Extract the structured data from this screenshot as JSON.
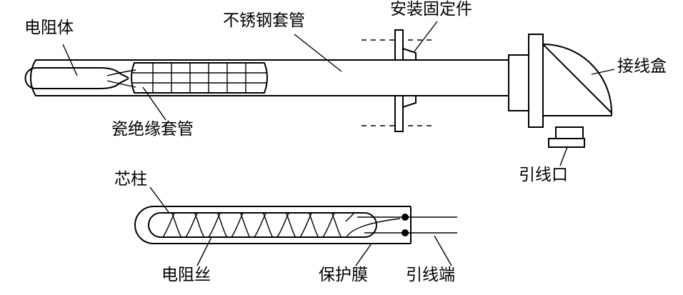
{
  "labels": {
    "resistor_body": "电阻体",
    "stainless_sheath": "不锈钢套管",
    "mounting_fixture": "安装固定件",
    "junction_box": "接线盒",
    "ceramic_sleeve": "瓷绝缘套管",
    "lead_outlet": "引线口",
    "core_rod": "芯柱",
    "resistance_wire": "电阻丝",
    "protective_film": "保护膜",
    "lead_terminal": "引线端"
  }
}
